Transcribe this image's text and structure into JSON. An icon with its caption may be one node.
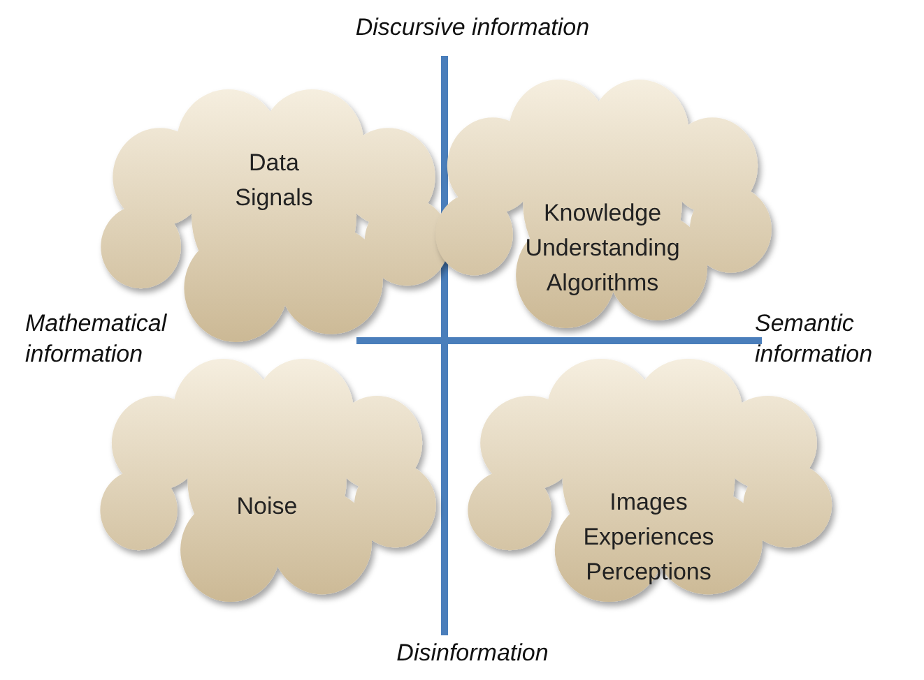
{
  "diagram": {
    "nodes": [
      {
        "text": [
          "Data",
          "Signals"
        ]
      },
      {
        "text": [
          "Knowledge",
          "Understanding",
          "Algorithms"
        ]
      },
      {
        "text": [
          "Noise"
        ]
      },
      {
        "text": [
          "Images",
          "Experiences",
          "Perceptions"
        ]
      }
    ],
    "edges": [],
    "labels": [
      "Discursive information",
      "Mathematical information",
      "Semantic information",
      "Disinformation"
    ]
  }
}
